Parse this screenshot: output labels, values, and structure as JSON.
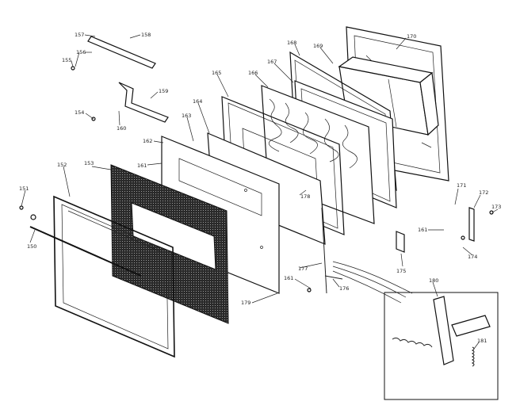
{
  "diagram": {
    "labels": [
      {
        "id": "l157",
        "text": "157"
      },
      {
        "id": "l158",
        "text": "158"
      },
      {
        "id": "l156",
        "text": "156"
      },
      {
        "id": "l155",
        "text": "155"
      },
      {
        "id": "l159",
        "text": "159"
      },
      {
        "id": "l154",
        "text": "154"
      },
      {
        "id": "l160",
        "text": "160"
      },
      {
        "id": "l168",
        "text": "168"
      },
      {
        "id": "l169",
        "text": "169"
      },
      {
        "id": "l170",
        "text": "170"
      },
      {
        "id": "l167",
        "text": "167"
      },
      {
        "id": "l165",
        "text": "165"
      },
      {
        "id": "l166",
        "text": "166"
      },
      {
        "id": "l164",
        "text": "164"
      },
      {
        "id": "l163",
        "text": "163"
      },
      {
        "id": "l162",
        "text": "162"
      },
      {
        "id": "l161a",
        "text": "161"
      },
      {
        "id": "l152",
        "text": "152"
      },
      {
        "id": "l153",
        "text": "153"
      },
      {
        "id": "l151",
        "text": "151"
      },
      {
        "id": "l150",
        "text": "150"
      },
      {
        "id": "l178",
        "text": "178"
      },
      {
        "id": "l171",
        "text": "171"
      },
      {
        "id": "l172",
        "text": "172"
      },
      {
        "id": "l173",
        "text": "173"
      },
      {
        "id": "l161b",
        "text": "161"
      },
      {
        "id": "l174",
        "text": "174"
      },
      {
        "id": "l175",
        "text": "175"
      },
      {
        "id": "l177",
        "text": "177"
      },
      {
        "id": "l161c",
        "text": "161"
      },
      {
        "id": "l176",
        "text": "176"
      },
      {
        "id": "l179",
        "text": "179"
      },
      {
        "id": "l180",
        "text": "180"
      },
      {
        "id": "l181",
        "text": "181"
      }
    ]
  }
}
